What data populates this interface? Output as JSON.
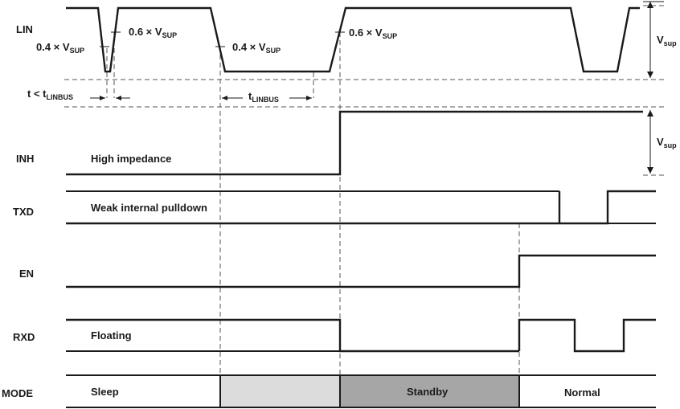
{
  "signals": {
    "lin": "LIN",
    "inh": "INH",
    "txd": "TXD",
    "en": "EN",
    "rxd": "RXD",
    "mode": "MODE"
  },
  "annotations": {
    "v04": {
      "main": "0.4 × V",
      "sub": "SUP"
    },
    "v06": {
      "main": "0.6 × V",
      "sub": "SUP"
    },
    "t_lt": {
      "main": "t < t",
      "sub": "LINBUS"
    },
    "t_linbus": {
      "main": "t",
      "sub": "LINBUS"
    },
    "vsup": {
      "main": "V",
      "sub": "sup"
    }
  },
  "states": {
    "inh": "High impedance",
    "txd": "Weak internal pulldown",
    "rxd": "Floating"
  },
  "modes": {
    "sleep": "Sleep",
    "standby": "Standby",
    "normal": "Normal"
  },
  "colors": {
    "mode_transition": "#dcdcdc",
    "mode_standby": "#a6a6a6",
    "line": "#1a1a1a"
  }
}
